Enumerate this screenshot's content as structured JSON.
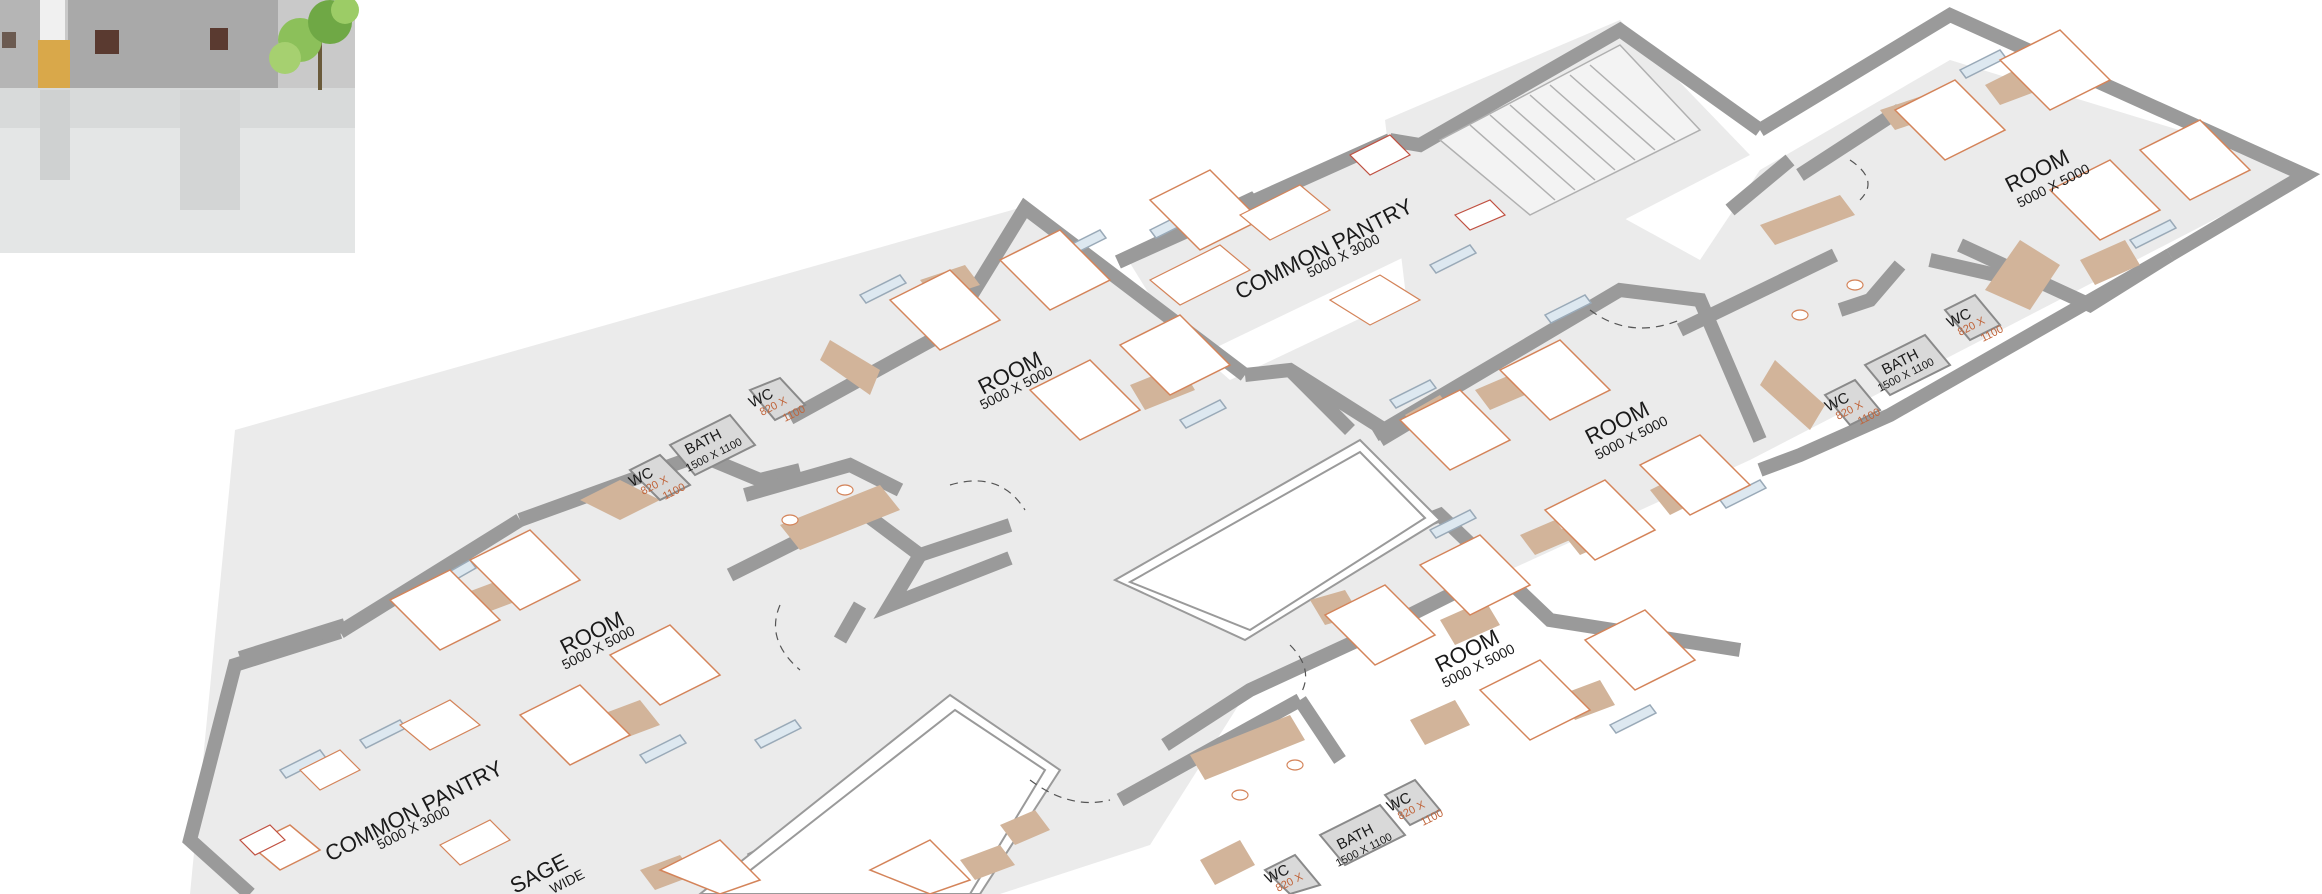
{
  "colors": {
    "wall": "#9a9a9a",
    "floor": "#ebebeb",
    "furniture_outline": "#d4845a",
    "wardrobe": "#d2b49a",
    "window": "#dde8f0",
    "void": "#ffffff",
    "water": "#e4e6e6"
  },
  "rooms": {
    "room_label": "ROOM",
    "room_dim": "5000 X 5000",
    "pantry_label": "COMMON PANTRY",
    "pantry_dim": "5000 X 3000",
    "bath_label": "BATH",
    "bath_dim": "1500 X 1100",
    "wc_label": "WC",
    "wc_dim_a": "820 X",
    "wc_dim_b": "1100",
    "passage_label": "SAGE",
    "passage_dim": "WIDE"
  }
}
